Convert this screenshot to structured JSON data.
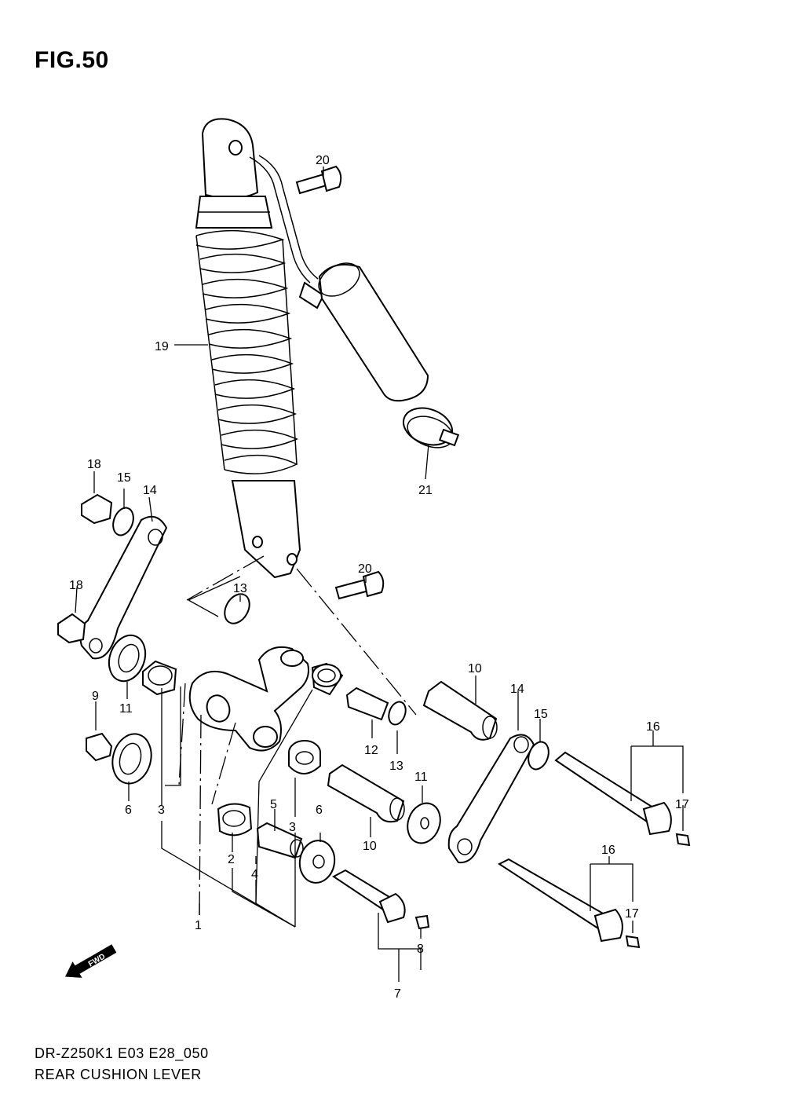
{
  "figure_title": "FIG.50",
  "footer": {
    "model_code": "DR-Z250K1  E03  E28_050",
    "section_name": "REAR CUSHION LEVER"
  },
  "fwd_badge": "FWD",
  "callouts": {
    "c1": "1",
    "c2": "2",
    "c3a": "3",
    "c3b": "3",
    "c4": "4",
    "c5": "5",
    "c6a": "6",
    "c6b": "6",
    "c7": "7",
    "c8": "8",
    "c9": "9",
    "c10a": "10",
    "c10b": "10",
    "c11a": "11",
    "c11b": "11",
    "c12": "12",
    "c13a": "13",
    "c13b": "13",
    "c14a": "14",
    "c14b": "14",
    "c15a": "15",
    "c15b": "15",
    "c16a": "16",
    "c16b": "16",
    "c17a": "17",
    "c17b": "17",
    "c18a": "18",
    "c18b": "18",
    "c19": "19",
    "c20a": "20",
    "c20b": "20",
    "c21": "21"
  }
}
